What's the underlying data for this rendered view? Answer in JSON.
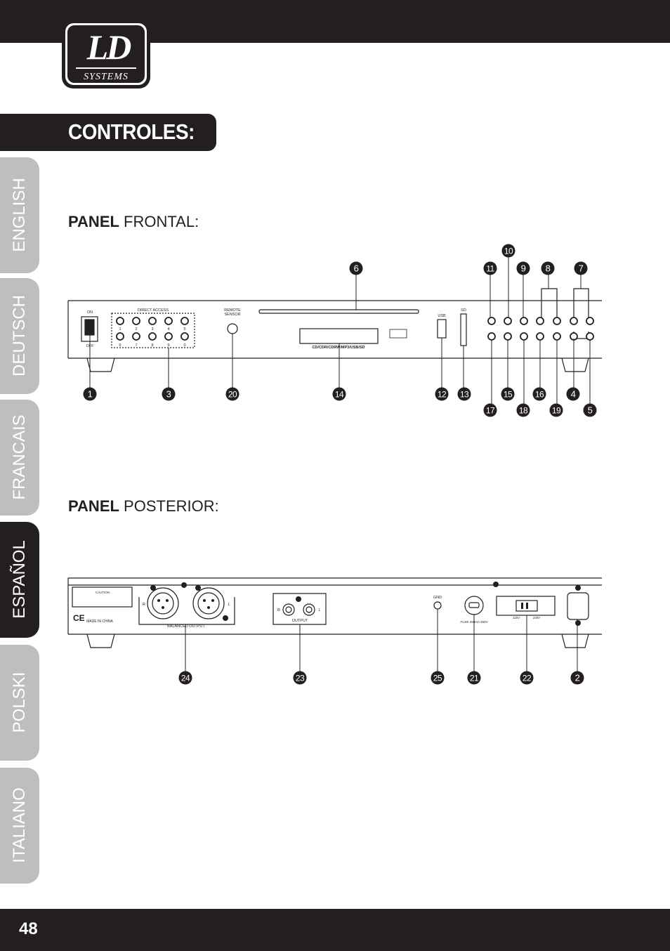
{
  "brand": {
    "logo_main": "LD",
    "logo_sub": "SYSTEMS"
  },
  "section_title": "CONTROLES:",
  "language_tabs": [
    "ENGLISH",
    "DEUTSCH",
    "FRANCAIS",
    "ESPAÑOL",
    "POLSKI",
    "ITALIANO"
  ],
  "active_language": "ESPAÑOL",
  "front_panel": {
    "heading_bold": "PANEL",
    "heading_rest": " FRONTAL:",
    "labels": {
      "on": "ON",
      "off": "OFF",
      "direct_access": "DIRECT ACCESS",
      "remote_sensor_1": "REMOTE",
      "remote_sensor_2": "SENSOR",
      "formats": "CD/CDR/CDRW/MP3/USB/SD",
      "usb": "USB",
      "sd": "SD",
      "digits_top": [
        "1",
        "2",
        "3",
        "4",
        "5"
      ],
      "digits_bottom": [
        "6",
        "7",
        "8",
        "9",
        "0"
      ]
    },
    "callouts": [
      "1",
      "3",
      "20",
      "14",
      "12",
      "13",
      "15",
      "16",
      "4",
      "17",
      "18",
      "19",
      "5",
      "6",
      "10",
      "11",
      "9",
      "8",
      "7"
    ]
  },
  "rear_panel": {
    "heading_bold": "PANEL",
    "heading_rest": " POSTERIOR:",
    "labels": {
      "caution": "CAUTION",
      "made_in": "MADE IN CHINA",
      "balanced_output": "BALANCED OUTPUT",
      "output": "OUTPUT",
      "gnd": "GND",
      "fuse": "FUSE 250mA 250V",
      "v115": "115V",
      "v230": "230V",
      "r": "R",
      "l": "L"
    },
    "callouts": [
      "24",
      "23",
      "25",
      "21",
      "22",
      "2"
    ]
  },
  "page_number": "48"
}
